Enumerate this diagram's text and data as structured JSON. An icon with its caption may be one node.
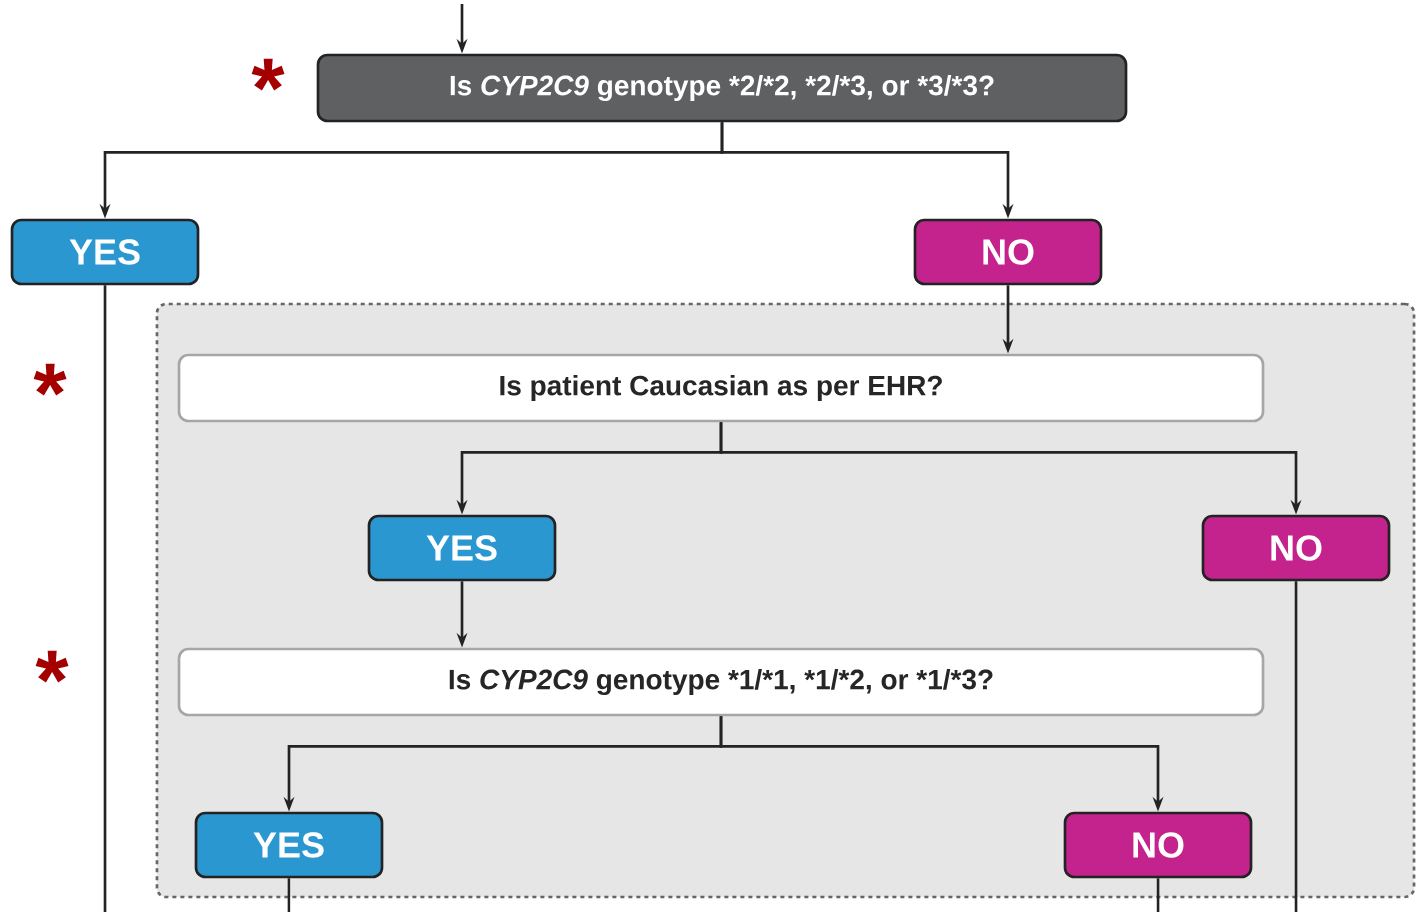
{
  "diagram": {
    "nodes": [
      {
        "text": [
          "Is *CYP2C9* genotype *2/*2, *2/*3, or *3/*3?"
        ],
        "beside": [
          "*"
        ]
      },
      {
        "text": [
          "YES"
        ]
      },
      {
        "text": [
          "NO"
        ]
      },
      {
        "text": [],
        "shape": "box"
      },
      {
        "text": [
          "Is patient Caucasian as per EHR?"
        ],
        "in": 3,
        "beside": [
          "*"
        ]
      },
      {
        "text": [
          "YES"
        ],
        "in": 3
      },
      {
        "text": [
          "NO"
        ],
        "in": 3
      },
      {
        "text": [
          "Is *CYP2C9* genotype *1/*1, *1/*2, or *1/*3?"
        ],
        "in": 3,
        "beside": [
          "*"
        ]
      },
      {
        "text": [
          "YES"
        ],
        "in": 3
      },
      {
        "text": [
          "NO"
        ],
        "in": 3
      }
    ],
    "edges": [
      {
        "from": null,
        "to": 0,
        "arrow": "to"
      },
      {
        "from": 0,
        "to": 1,
        "arrow": "to"
      },
      {
        "from": 0,
        "to": 2,
        "arrow": "to"
      },
      {
        "from": 1,
        "to": null,
        "arrow": "none"
      },
      {
        "from": 2,
        "to": 4,
        "arrow": "to"
      },
      {
        "from": 4,
        "to": 5,
        "arrow": "to"
      },
      {
        "from": 4,
        "to": 6,
        "arrow": "to"
      },
      {
        "from": 6,
        "to": null,
        "arrow": "none"
      },
      {
        "from": 5,
        "to": 7,
        "arrow": "to"
      },
      {
        "from": 7,
        "to": 8,
        "arrow": "to"
      },
      {
        "from": 7,
        "to": 9,
        "arrow": "to"
      },
      {
        "from": 8,
        "to": null,
        "arrow": "none"
      },
      {
        "from": 9,
        "to": null,
        "arrow": "none"
      }
    ]
  }
}
